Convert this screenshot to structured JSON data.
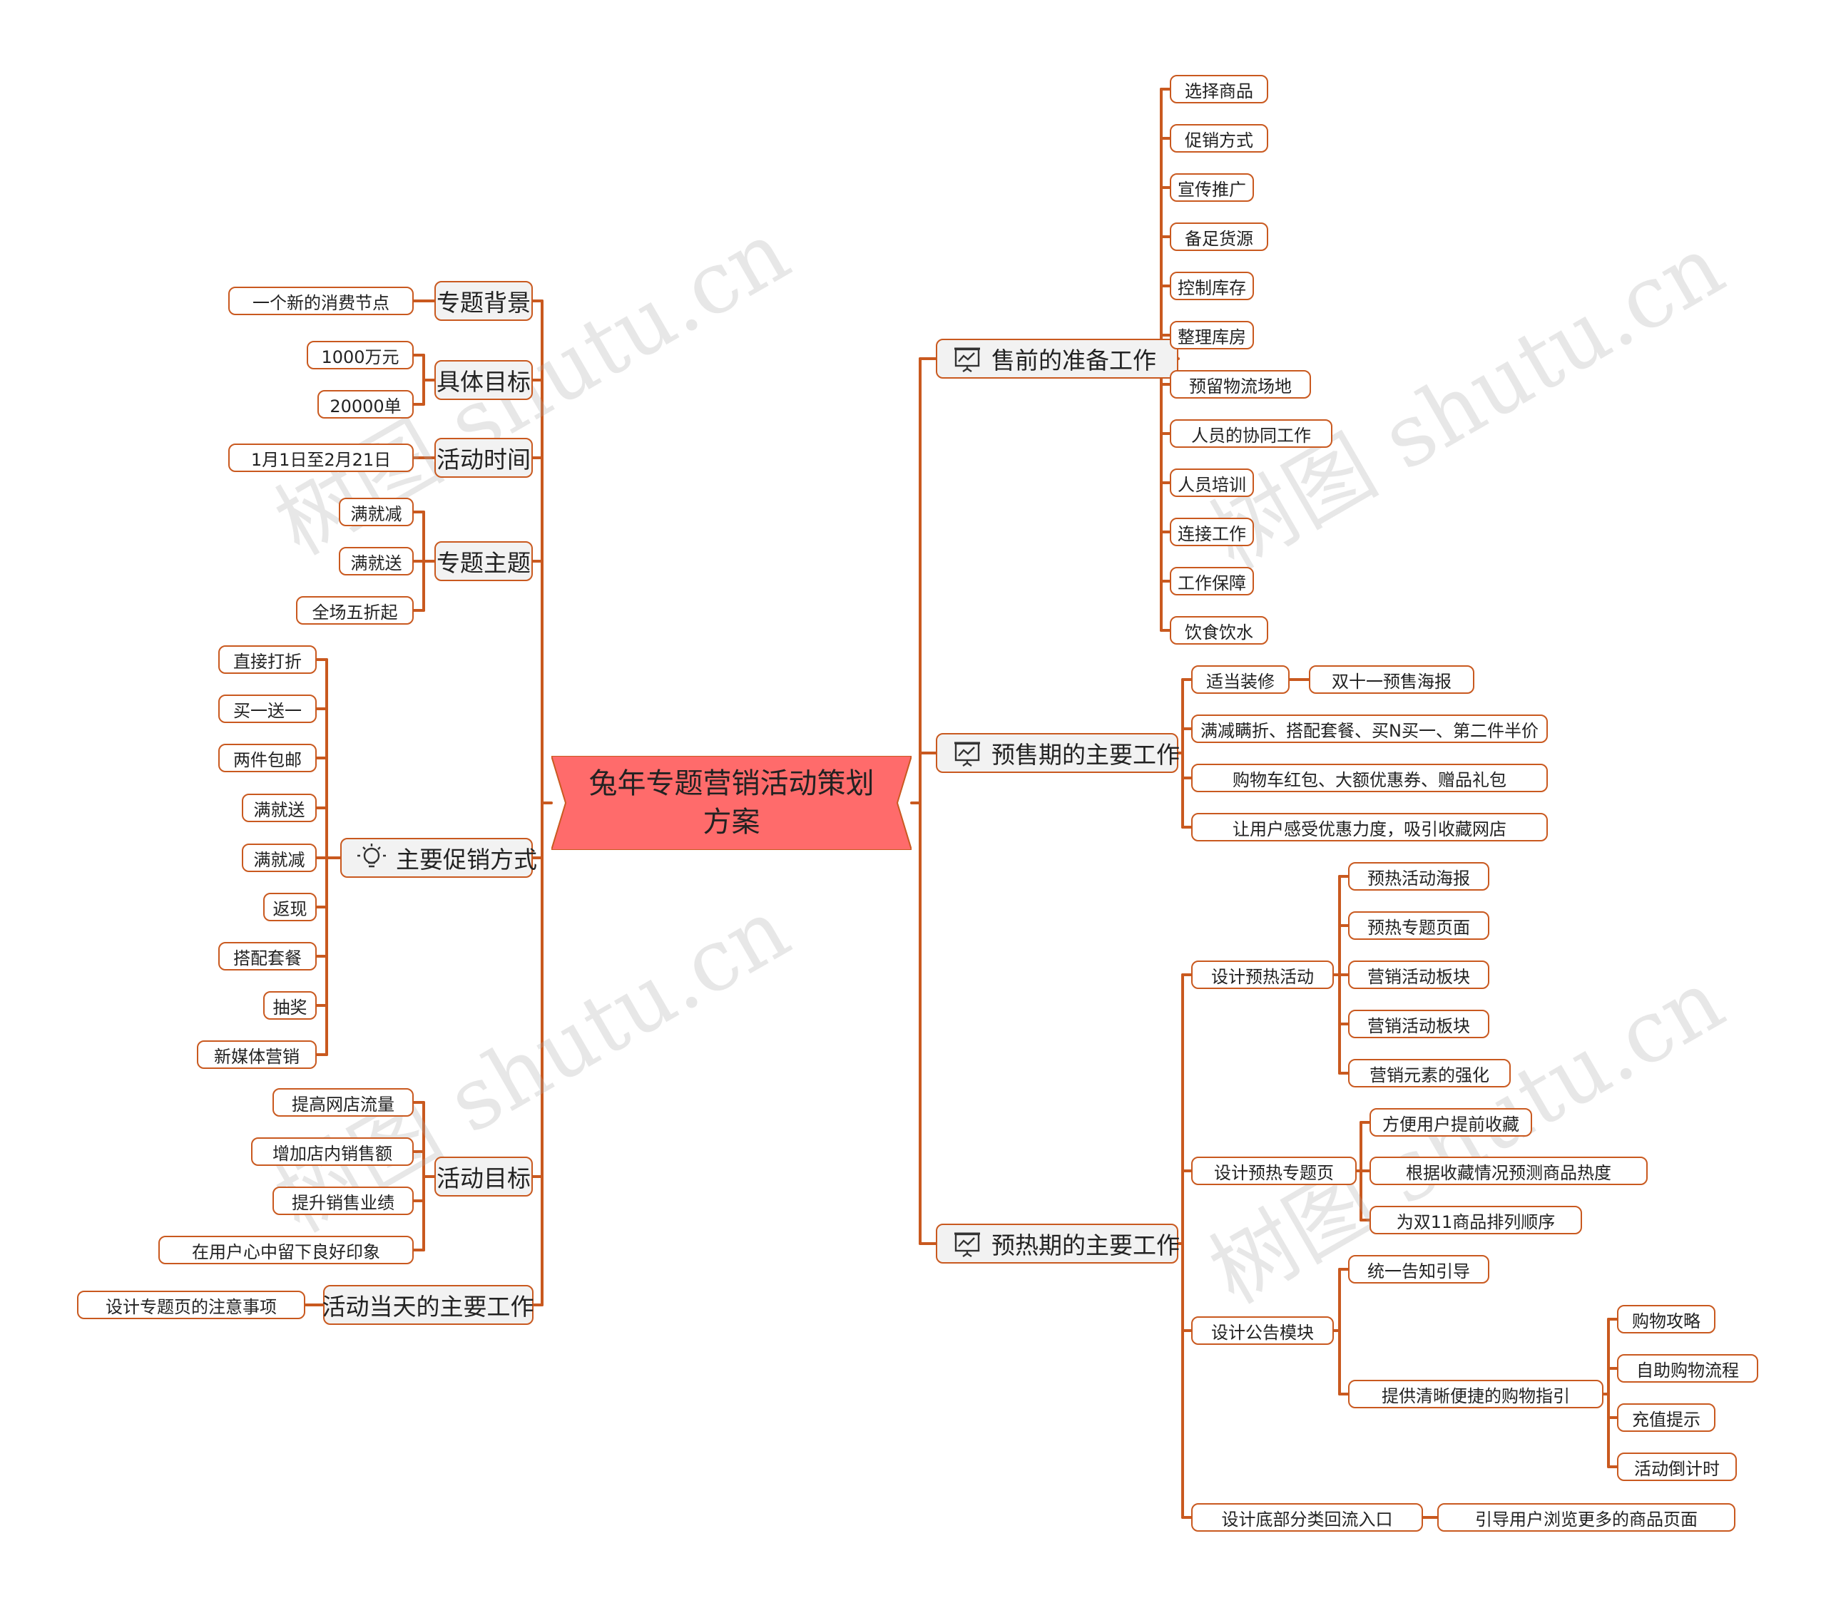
{
  "root": "兔年专题营销活动策划方案",
  "watermark": "树图 shutu.cn",
  "colors": {
    "line": "#c9591f",
    "root_fill": "#ff6b6b",
    "branch_fill": "#f2f2f2"
  },
  "left": [
    {
      "label": "专题背景",
      "children": [
        "一个新的消费节点"
      ]
    },
    {
      "label": "具体目标",
      "children": [
        "1000万元",
        "20000单"
      ]
    },
    {
      "label": "活动时间",
      "children": [
        "1月1日至2月21日"
      ]
    },
    {
      "label": "专题主题",
      "children": [
        "满就减",
        "满就送",
        "全场五折起"
      ]
    },
    {
      "label": "主要促销方式",
      "icon": "lightbulb-icon",
      "children": [
        "直接打折",
        "买一送一",
        "两件包邮",
        "满就送",
        "满就减",
        "返现",
        "搭配套餐",
        "抽奖",
        "新媒体营销"
      ]
    },
    {
      "label": "活动目标",
      "children": [
        "提高网店流量",
        "增加店内销售额",
        "提升销售业绩",
        "在用户心中留下良好印象"
      ]
    },
    {
      "label": "活动当天的主要工作",
      "children": [
        "设计专题页的注意事项"
      ]
    }
  ],
  "right": [
    {
      "label": "售前的准备工作",
      "icon": "presentation-chart-icon",
      "children": [
        {
          "label": "选择商品"
        },
        {
          "label": "促销方式"
        },
        {
          "label": "宣传推广"
        },
        {
          "label": "备足货源"
        },
        {
          "label": "控制库存"
        },
        {
          "label": "整理库房"
        },
        {
          "label": "预留物流场地"
        },
        {
          "label": "人员的协同工作"
        },
        {
          "label": "人员培训"
        },
        {
          "label": "连接工作"
        },
        {
          "label": "工作保障"
        },
        {
          "label": "饮食饮水"
        }
      ]
    },
    {
      "label": "预售期的主要工作",
      "icon": "presentation-chart-icon",
      "children": [
        {
          "label": "适当装修",
          "children": [
            {
              "label": "双十一预售海报"
            }
          ]
        },
        {
          "label": "满减瞒折、搭配套餐、买N买一、第二件半价"
        },
        {
          "label": "购物车红包、大额优惠券、赠品礼包"
        },
        {
          "label": "让用户感受优惠力度，吸引收藏网店"
        }
      ]
    },
    {
      "label": "预热期的主要工作",
      "icon": "presentation-chart-icon",
      "children": [
        {
          "label": "设计预热活动",
          "children": [
            {
              "label": "预热活动海报"
            },
            {
              "label": "预热专题页面"
            },
            {
              "label": "营销活动板块"
            },
            {
              "label": "营销活动板块"
            },
            {
              "label": "营销元素的强化"
            }
          ]
        },
        {
          "label": "设计预热专题页",
          "children": [
            {
              "label": "方便用户提前收藏"
            },
            {
              "label": "根据收藏情况预测商品热度"
            },
            {
              "label": "为双11商品排列顺序"
            }
          ]
        },
        {
          "label": "设计公告模块",
          "children": [
            {
              "label": "统一告知引导"
            },
            {
              "label": "提供清晰便捷的购物指引",
              "children": [
                {
                  "label": "购物攻略"
                },
                {
                  "label": "自助购物流程"
                },
                {
                  "label": "充值提示"
                },
                {
                  "label": "活动倒计时"
                }
              ]
            }
          ]
        },
        {
          "label": "设计底部分类回流入口",
          "children": [
            {
              "label": "引导用户浏览更多的商品页面"
            }
          ]
        }
      ]
    }
  ]
}
